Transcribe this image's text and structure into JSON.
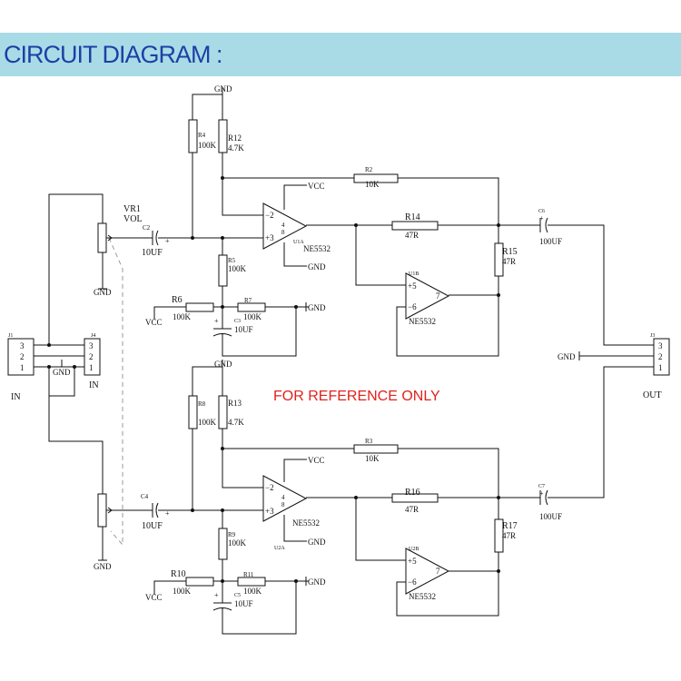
{
  "header": {
    "title": "CIRCUIT DIAGRAM :"
  },
  "watermark": "FOR REFERENCE ONLY",
  "labels": {
    "gnd": "GND",
    "vcc": "VCC",
    "in": "IN",
    "out": "OUT",
    "vr1": "VR1",
    "vol": "VOL",
    "j1": "J1",
    "j4": "J4",
    "j3": "J3",
    "c2": "C2",
    "c4": "C4",
    "c3": "C3",
    "c5": "C5",
    "c6": "C6",
    "c7": "C7",
    "r4": "R4",
    "r12": "R12",
    "r5": "R5",
    "r6": "R6",
    "r7": "R7",
    "r2": "R2",
    "r14": "R14",
    "r15": "R15",
    "r8": "R8",
    "r13": "R13",
    "r9": "R9",
    "r10": "R10",
    "r11": "R11",
    "r3": "R3",
    "r16": "R16",
    "r17": "R17",
    "u1a": "U1A",
    "u1b": "U1B",
    "u2a": "U2A",
    "u2b": "U2B",
    "ne5532": "NE5532",
    "v100k": "100K",
    "v47k": "4.7K",
    "v10k": "10K",
    "v47r": "47R",
    "v10uf": "10UF",
    "v100uf": "100UF",
    "p3": "3",
    "p2": "2",
    "p1": "1",
    "p4": "4",
    "p8": "8",
    "p5": "5",
    "p6": "6",
    "p7": "7",
    "plus": "+",
    "minus": "−",
    "m2": "−2",
    "p3s": "+3",
    "p5s": "+5",
    "m6": "−6"
  }
}
